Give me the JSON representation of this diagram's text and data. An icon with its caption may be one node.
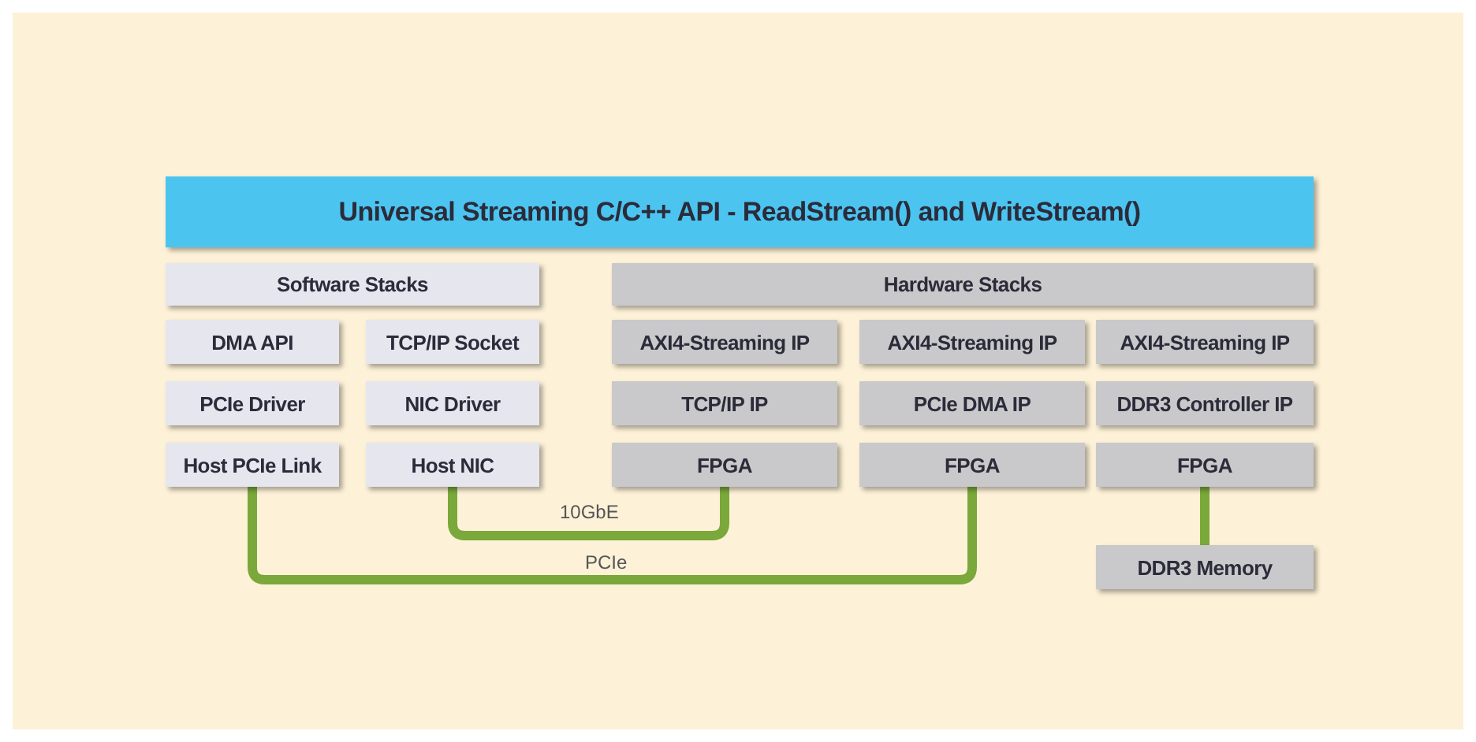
{
  "diagram": {
    "nodes": [
      {
        "text": [
          "Universal Streaming C/C++ API - ReadStream() and WriteStream()"
        ]
      },
      {
        "text": [
          "Software Stacks"
        ]
      },
      {
        "text": [
          "Hardware Stacks"
        ]
      },
      {
        "text": [
          "DMA API"
        ]
      },
      {
        "text": [
          "TCP/IP Socket"
        ]
      },
      {
        "text": [
          "AXI4-Streaming IP"
        ]
      },
      {
        "text": [
          "AXI4-Streaming IP"
        ]
      },
      {
        "text": [
          "AXI4-Streaming IP"
        ]
      },
      {
        "text": [
          "PCIe Driver"
        ]
      },
      {
        "text": [
          "NIC Driver"
        ]
      },
      {
        "text": [
          "TCP/IP IP"
        ]
      },
      {
        "text": [
          "PCIe DMA IP"
        ]
      },
      {
        "text": [
          "DDR3 Controller IP"
        ]
      },
      {
        "text": [
          "Host PCIe Link"
        ]
      },
      {
        "text": [
          "Host NIC"
        ]
      },
      {
        "text": [
          "FPGA"
        ]
      },
      {
        "text": [
          "FPGA"
        ]
      },
      {
        "text": [
          "FPGA"
        ]
      },
      {
        "text": [
          "DDR3 Memory"
        ]
      }
    ],
    "edges": [
      {
        "from": 14,
        "to": 15,
        "arrow": "none",
        "label": "10GbE"
      },
      {
        "from": 13,
        "to": 16,
        "arrow": "none",
        "label": "PCIe"
      },
      {
        "from": 17,
        "to": 18,
        "arrow": "none"
      }
    ]
  }
}
